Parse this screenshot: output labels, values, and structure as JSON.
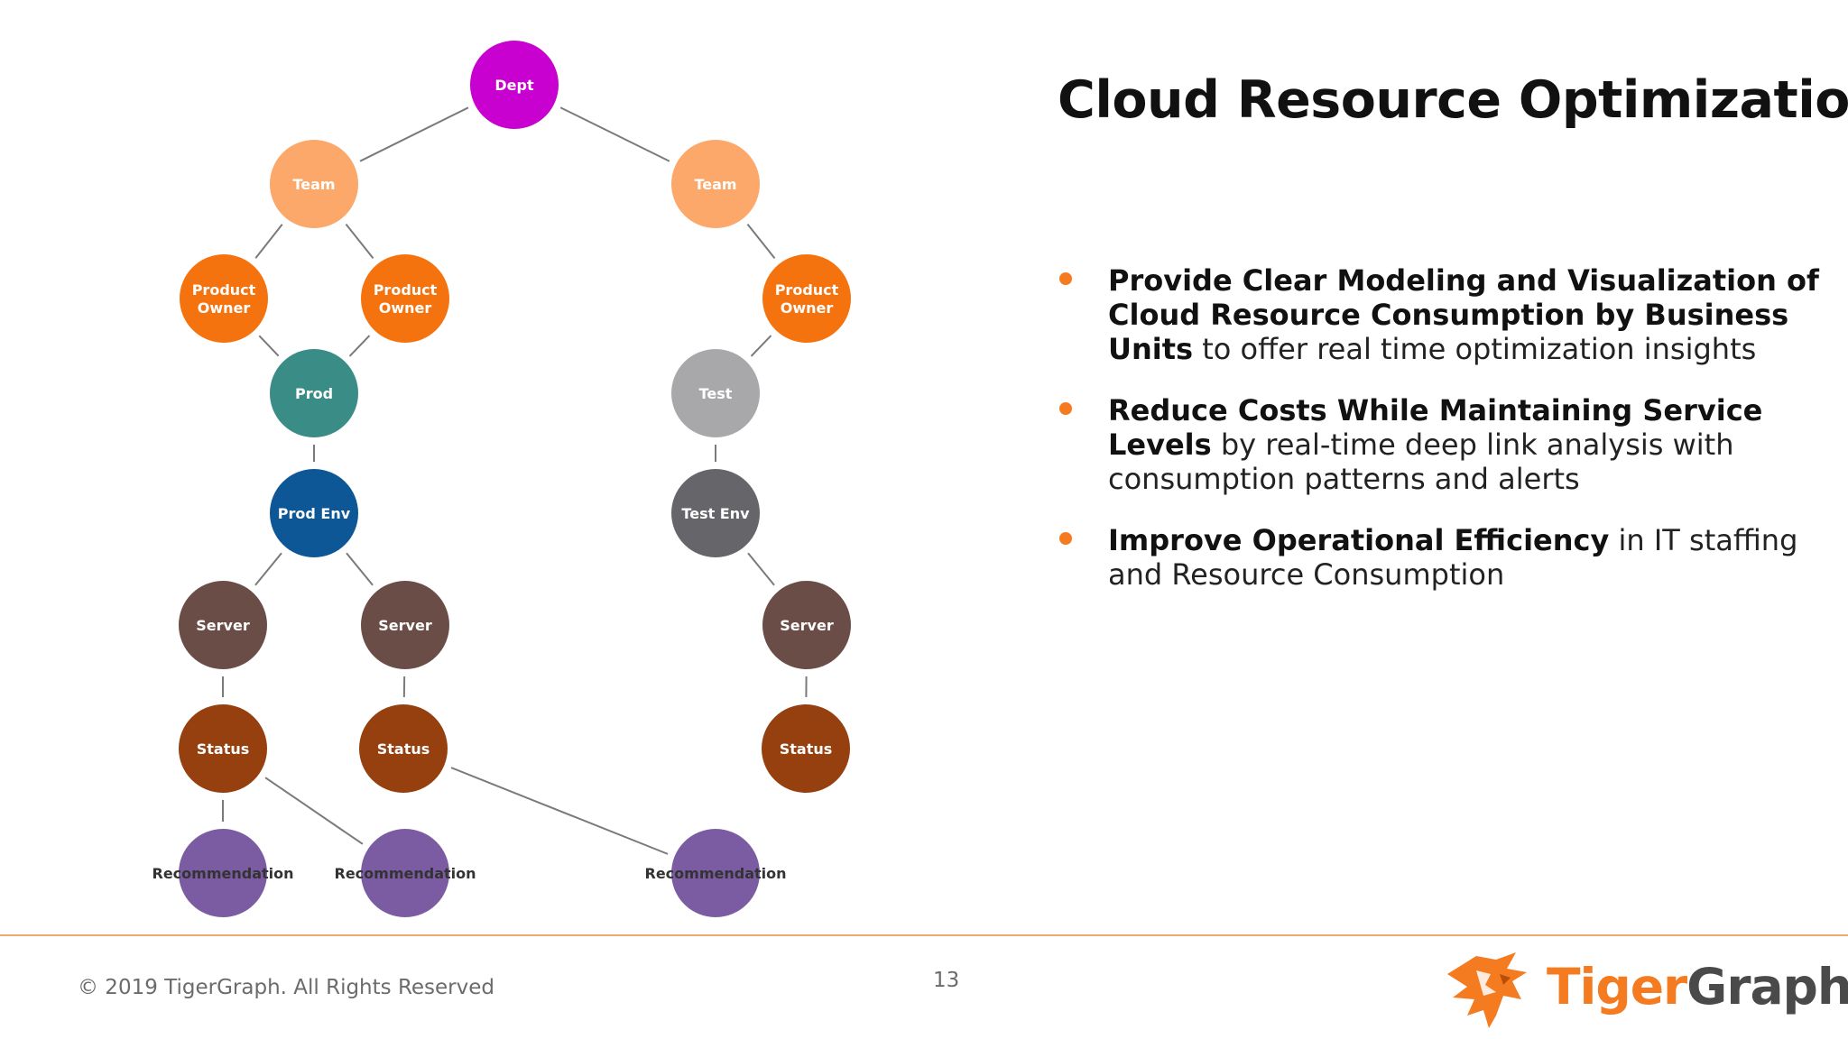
{
  "slide": {
    "title": "Cloud Resource Optimization",
    "bullets": [
      {
        "bold": "Provide Clear Modeling and Visualization of Cloud Resource Consumption by Business Units",
        "rest": " to offer real time optimization insights"
      },
      {
        "bold": "Reduce Costs While Maintaining Service Levels",
        "rest": " by real-time deep link analysis with consumption patterns and alerts"
      },
      {
        "bold": "Improve Operational Efficiency",
        "rest": " in IT staffing and Resource Consumption"
      }
    ],
    "footer": {
      "copyright": "© 2019 TigerGraph. All Rights Reserved",
      "page_number": "13",
      "logo_tiger": "Tiger",
      "logo_graph": "Graph"
    }
  },
  "graph": {
    "colors": {
      "dept": "#c800d0",
      "team": "#fba86a",
      "product_owner": "#f5730f",
      "prod": "#3a8c86",
      "prod_env": "#0d5796",
      "test": "#a8a8ab",
      "test_env": "#66666a",
      "server": "#6b4d47",
      "status": "#96400f",
      "recommendation": "#7b5ca3",
      "edge": "#7a7a7a"
    },
    "nodes": [
      {
        "id": "dept",
        "lines": [
          "Dept"
        ],
        "type": "dept"
      },
      {
        "id": "team1",
        "lines": [
          "Team"
        ],
        "type": "team"
      },
      {
        "id": "team2",
        "lines": [
          "Team"
        ],
        "type": "team"
      },
      {
        "id": "po1",
        "lines": [
          "Product",
          "Owner"
        ],
        "type": "product_owner"
      },
      {
        "id": "po2",
        "lines": [
          "Product",
          "Owner"
        ],
        "type": "product_owner"
      },
      {
        "id": "po3",
        "lines": [
          "Product",
          "Owner"
        ],
        "type": "product_owner"
      },
      {
        "id": "prod",
        "lines": [
          "Prod"
        ],
        "type": "prod"
      },
      {
        "id": "test",
        "lines": [
          "Test"
        ],
        "type": "test"
      },
      {
        "id": "prodenv",
        "lines": [
          "Prod Env"
        ],
        "type": "prod_env"
      },
      {
        "id": "testenv",
        "lines": [
          "Test Env"
        ],
        "type": "test_env"
      },
      {
        "id": "server1",
        "lines": [
          "Server"
        ],
        "type": "server"
      },
      {
        "id": "server2",
        "lines": [
          "Server"
        ],
        "type": "server"
      },
      {
        "id": "server3",
        "lines": [
          "Server"
        ],
        "type": "server"
      },
      {
        "id": "status1",
        "lines": [
          "Status"
        ],
        "type": "status"
      },
      {
        "id": "status2",
        "lines": [
          "Status"
        ],
        "type": "status"
      },
      {
        "id": "status3",
        "lines": [
          "Status"
        ],
        "type": "status"
      },
      {
        "id": "rec1",
        "lines": [
          "Recommendation"
        ],
        "type": "recommendation"
      },
      {
        "id": "rec2",
        "lines": [
          "Recommendation"
        ],
        "type": "recommendation"
      },
      {
        "id": "rec3",
        "lines": [
          "Recommendation"
        ],
        "type": "recommendation"
      }
    ],
    "edges": [
      [
        "dept",
        "team1"
      ],
      [
        "dept",
        "team2"
      ],
      [
        "team1",
        "po1"
      ],
      [
        "team1",
        "po2"
      ],
      [
        "team2",
        "po3"
      ],
      [
        "po1",
        "prod"
      ],
      [
        "po2",
        "prod"
      ],
      [
        "po3",
        "test"
      ],
      [
        "prod",
        "prodenv"
      ],
      [
        "test",
        "testenv"
      ],
      [
        "prodenv",
        "server1"
      ],
      [
        "prodenv",
        "server2"
      ],
      [
        "testenv",
        "server3"
      ],
      [
        "server1",
        "status1"
      ],
      [
        "server2",
        "status2"
      ],
      [
        "server3",
        "status3"
      ],
      [
        "status1",
        "rec1"
      ],
      [
        "status1",
        "rec2"
      ],
      [
        "status2",
        "rec3"
      ]
    ]
  }
}
